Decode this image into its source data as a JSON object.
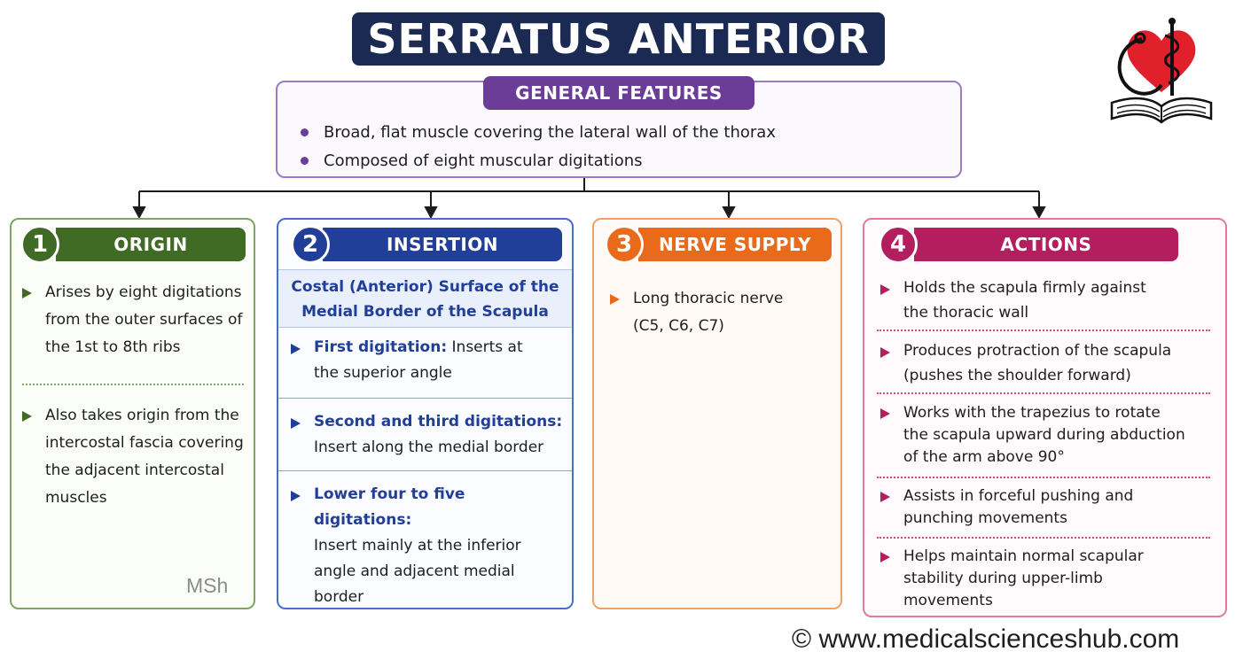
{
  "title": "SERRATUS ANTERIOR",
  "general_features": {
    "label": "GENERAL FEATURES",
    "items": [
      "Broad, flat muscle covering the lateral wall of the thorax",
      "Composed of eight muscular digitations"
    ]
  },
  "origin": {
    "number": "1",
    "label": "ORIGIN",
    "items": [
      [
        "Arises by eight digitations",
        "from the outer surfaces of",
        "the 1st to 8th ribs"
      ],
      [
        "Also takes origin from the",
        "intercostal fascia covering",
        "the adjacent intercostal",
        "muscles"
      ]
    ]
  },
  "insertion": {
    "number": "2",
    "label": "INSERTION",
    "subtitle": [
      "Costal (Anterior) Surface of the",
      "Medial Border of the Scapula"
    ],
    "items": [
      {
        "bold": "First digitation:",
        "rest": " Inserts at",
        "lines": [
          "the superior angle"
        ]
      },
      {
        "bold": "Second and third digitations:",
        "rest": "",
        "lines": [
          "Insert along the medial border"
        ]
      },
      {
        "bold": "Lower four to five digitations:",
        "rest": "",
        "lines": [
          "Insert mainly at the inferior",
          "angle and adjacent medial",
          "border"
        ]
      }
    ]
  },
  "nerve_supply": {
    "number": "3",
    "label": "NERVE SUPPLY",
    "items": [
      [
        "Long thoracic nerve",
        "(C5, C6, C7)"
      ]
    ]
  },
  "actions": {
    "number": "4",
    "label": "ACTIONS",
    "items": [
      [
        "Holds the scapula firmly against",
        "the thoracic wall"
      ],
      [
        "Produces protraction of the scapula",
        "(pushes the shoulder forward)"
      ],
      [
        "Works with the trapezius to rotate",
        "the scapula upward during abduction",
        "of the arm above 90°"
      ],
      [
        "Assists in forceful pushing and",
        "punching movements"
      ],
      [
        "Helps maintain normal scapular",
        "stability during upper-limb",
        "movements"
      ]
    ]
  },
  "watermark": "MSh",
  "copyright": "© www.medicalscienceshub.com",
  "colors": {
    "title_bg": "#1b2a52",
    "features": "#6c3d98",
    "origin": "#3f6b25",
    "insertion": "#213e99",
    "nerve": "#ea6a1c",
    "actions": "#b41e5f"
  },
  "icons": [
    "caduceus-heart-logo-icon",
    "stethoscope-icon",
    "open-book-icon"
  ]
}
